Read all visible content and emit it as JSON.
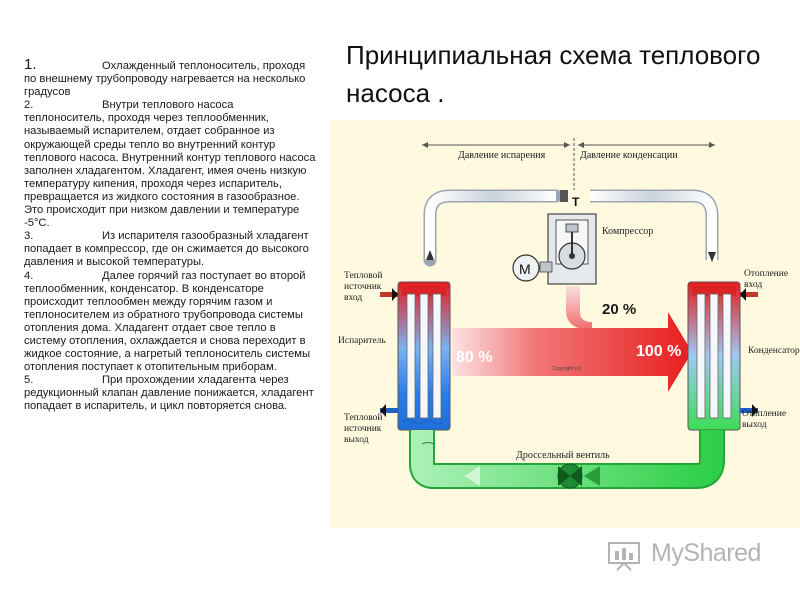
{
  "title": "Принципиальная схема теплового насоса .",
  "steps": [
    {
      "num": "1.",
      "text": "Охлажденный теплоноситель, проходя по внешнему трубопроводу нагревается на несколько градусов"
    },
    {
      "num": "2.",
      "text": "Внутри теплового насоса теплоноситель, проходя через теплообменник, называемый испарителем, отдает собранное из окружающей среды тепло во внутренний контур теплового насоса. Внутренний контур теплового насоса заполнен хладагентом. Хладагент, имея очень низкую температуру кипения, проходя через испаритель, превращается из жидкого состояния в газообразное. Это происходит при низком давлении и температуре -5°С."
    },
    {
      "num": "3.",
      "text": "Из испарителя газообразный хладагент попадает в компрессор, где он сжимается до высокого давления и высокой температуры."
    },
    {
      "num": "4.",
      "text": "Далее горячий газ поступает во второй теплообменник, конденсатор. В конденсаторе происходит теплообмен между горячим газом и теплоносителем из обратного трубопровода системы отопления дома. Хладагент отдает свое тепло в систему отопления, охлаждается и снова переходит в жидкое состояние, а нагретый теплоноситель системы отопления поступает к отопительным приборам."
    },
    {
      "num": "5.",
      "text": "При прохождении хладагента через редукционный клапан давление понижается, хладагент попадает в испаритель, и цикл повторяется снова."
    }
  ],
  "diagram": {
    "pressure_evap": "Давление испарения",
    "pressure_cond": "Давление конденсации",
    "compressor_label": "Компрессор",
    "motor_label": "M",
    "t_label": "T",
    "source_in": [
      "Тепловой",
      "источник",
      "вход"
    ],
    "source_out": [
      "Тепловой",
      "источник",
      "выход"
    ],
    "evaporator": "Испаритель",
    "heating_in": [
      "Отопление",
      "вход"
    ],
    "heating_out": [
      "Отопление",
      "выход"
    ],
    "condenser": "Конденсатор",
    "throttle": "Дроссельный вентиль",
    "pct_80": "80 %",
    "pct_100": "100 %",
    "pct_20": "20 %",
    "copyright": "Copyright (c)"
  },
  "watermark": "MyShared",
  "icons": [
    "presentation-board-icon",
    "motor-icon",
    "valve-icon"
  ],
  "colors": {
    "background": "#fef9df",
    "hot": "#ee2222",
    "cold": "#2b7de9",
    "liquid": "#3ddc56",
    "pipe": "#dde4ea"
  }
}
